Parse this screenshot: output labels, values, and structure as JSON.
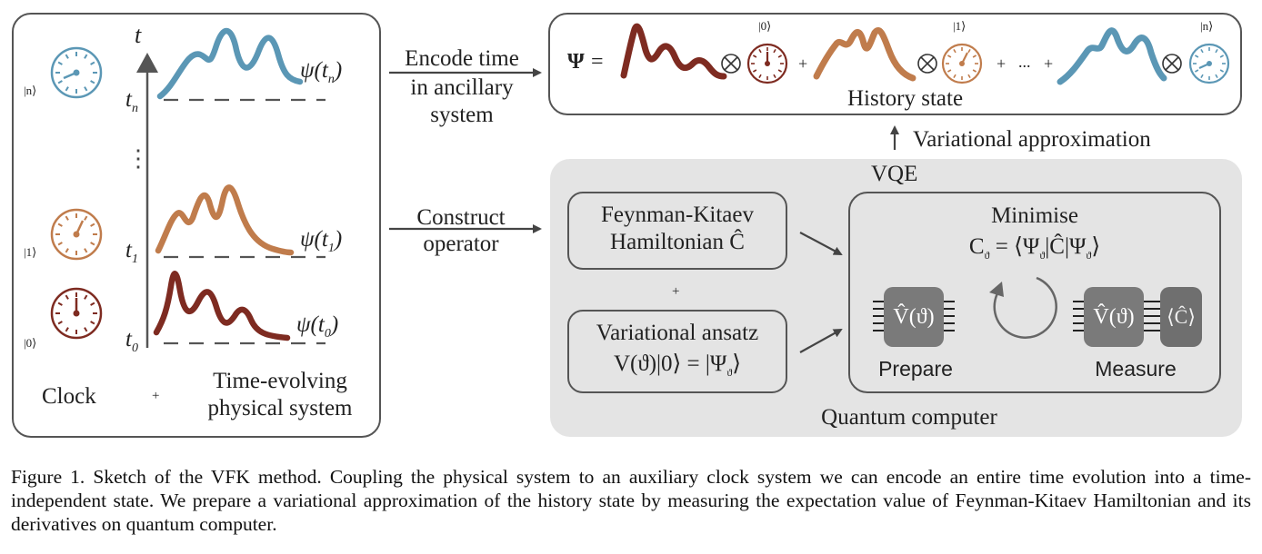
{
  "left_panel": {
    "axis_label": "t",
    "ticks": [
      "t",
      "t",
      "t"
    ],
    "tick_subs": [
      "n",
      "1",
      "0"
    ],
    "dots": "⋮",
    "states": [
      {
        "psi": "ψ(t",
        "sub": "n",
        "close": ")"
      },
      {
        "psi": "ψ(t",
        "sub": "1",
        "close": ")"
      },
      {
        "psi": "ψ(t",
        "sub": "0",
        "close": ")"
      }
    ],
    "clock_kets": [
      "|n⟩",
      "|1⟩",
      "|0⟩"
    ],
    "clock_label": "Clock",
    "plus": "+",
    "system_label_1": "Time-evolving",
    "system_label_2": "physical system",
    "colors": {
      "n": "#5b97b5",
      "one": "#c07c4c",
      "zero": "#7e2b21"
    }
  },
  "arrows": {
    "encode_1": "Encode time",
    "encode_2": "in ancillary",
    "encode_3": "system",
    "construct_1": "Construct",
    "construct_2": "operator",
    "variational": "Variational approximation"
  },
  "history": {
    "psi": "Ψ",
    "equals": "=",
    "otimes": "⊗",
    "plus": "+",
    "ellipsis": "...",
    "kets": [
      "|0⟩",
      "|1⟩",
      "|n⟩"
    ],
    "label": "History state"
  },
  "vqe": {
    "title": "VQE",
    "fk_1": "Feynman-Kitaev",
    "fk_2": "Hamiltonian Ĉ",
    "plus": "+",
    "ansatz_1": "Variational ansatz",
    "ansatz_2": "V(ϑ)|0⟩ = |Ψ",
    "ansatz_sub": "ϑ",
    "ansatz_close": "⟩",
    "minimise": "Minimise",
    "cost_lhs": "C",
    "cost_sub": "ϑ",
    "cost_rhs": " = ⟨Ψ",
    "cost_mid": "|Ĉ|Ψ",
    "cost_end": "⟩",
    "gate_v": "V̂(ϑ)",
    "gate_c": "⟨Ĉ⟩",
    "prepare": "Prepare",
    "measure": "Measure",
    "footer": "Quantum computer"
  },
  "caption": {
    "text": "Figure 1.  Sketch of the VFK method.  Coupling the physical system to an auxiliary clock system we can encode an entire time evolution into a time-independent state.  We prepare a variational approximation of the history state by measuring the expectation value of Feynman-Kitaev Hamiltonian and its derivatives on quantum computer."
  }
}
